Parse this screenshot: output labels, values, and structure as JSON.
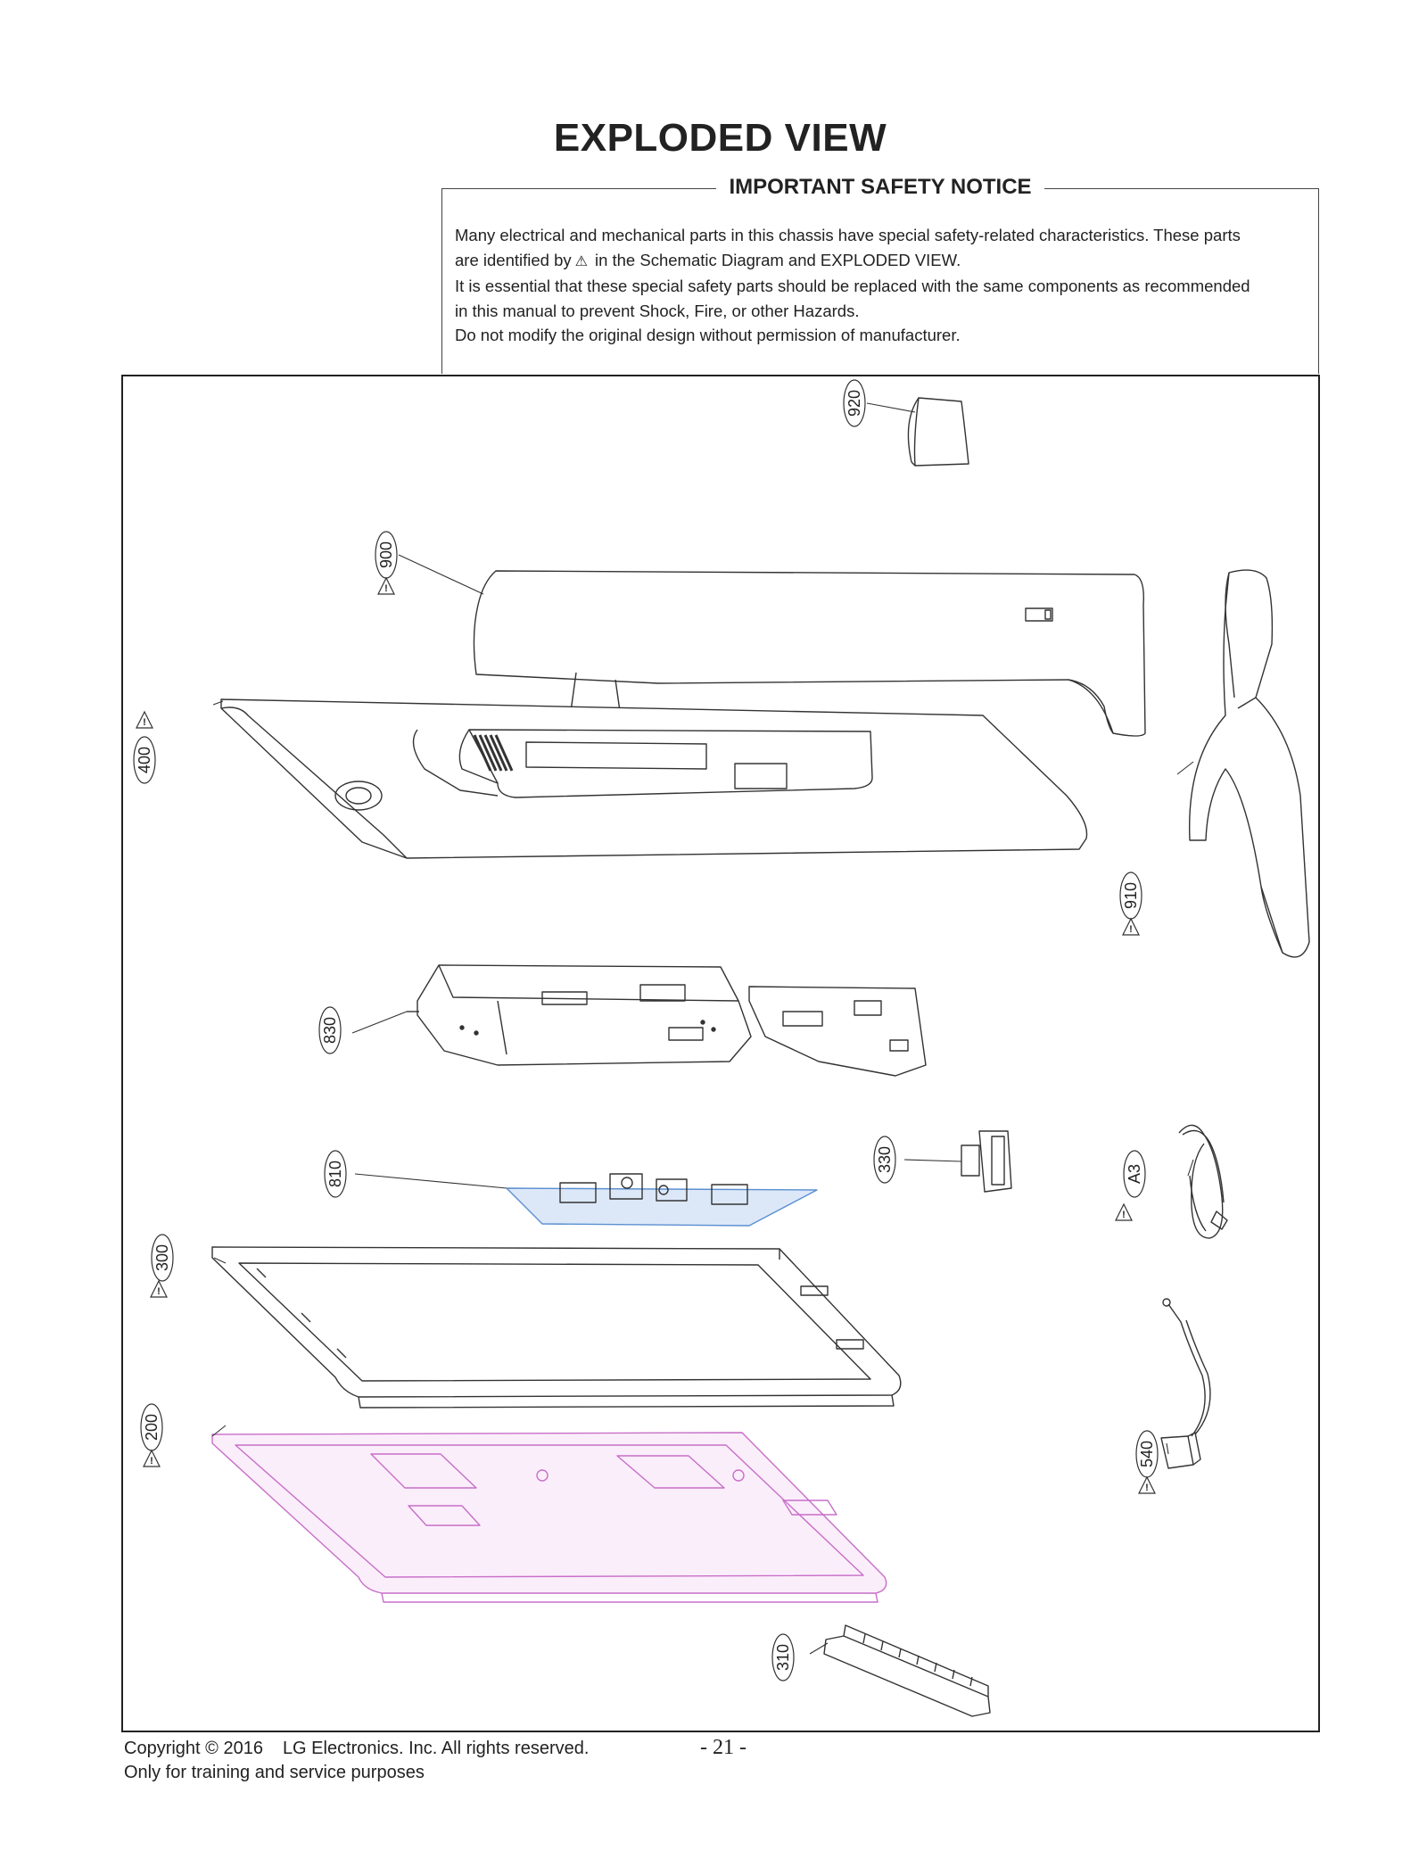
{
  "page": {
    "title": "EXPLODED VIEW",
    "page_number": "- 21 -"
  },
  "notice": {
    "title": "IMPORTANT SAFETY NOTICE",
    "line1": "Many electrical and mechanical parts in this chassis have special safety-related characteristics. These parts",
    "line2_before": "are identified by",
    "line2_symbol": "⚠",
    "line2_after": "in the Schematic Diagram and EXPLODED VIEW.",
    "line3": "It is essential that these special safety parts should be replaced with the same components as recommended",
    "line4": "in this manual to prevent Shock, Fire, or other Hazards.",
    "line5": "Do not modify the original design without permission of manufacturer."
  },
  "callouts": {
    "p920": "920",
    "p900": "900",
    "p400": "400",
    "p910": "910",
    "p830": "830",
    "p330": "330",
    "p810": "810",
    "pA3": "A3",
    "p300": "300",
    "p200": "200",
    "p540": "540",
    "p310": "310"
  },
  "warning_mark": "!",
  "footer": {
    "copyright": "Copyright  © 2016",
    "company": "LG Electronics. Inc. All rights reserved.",
    "purpose": "Only for training and service purposes"
  },
  "colors": {
    "line": "#333333",
    "panel_magenta": "#c86ec8",
    "board_blue": "#5b8fd0"
  }
}
